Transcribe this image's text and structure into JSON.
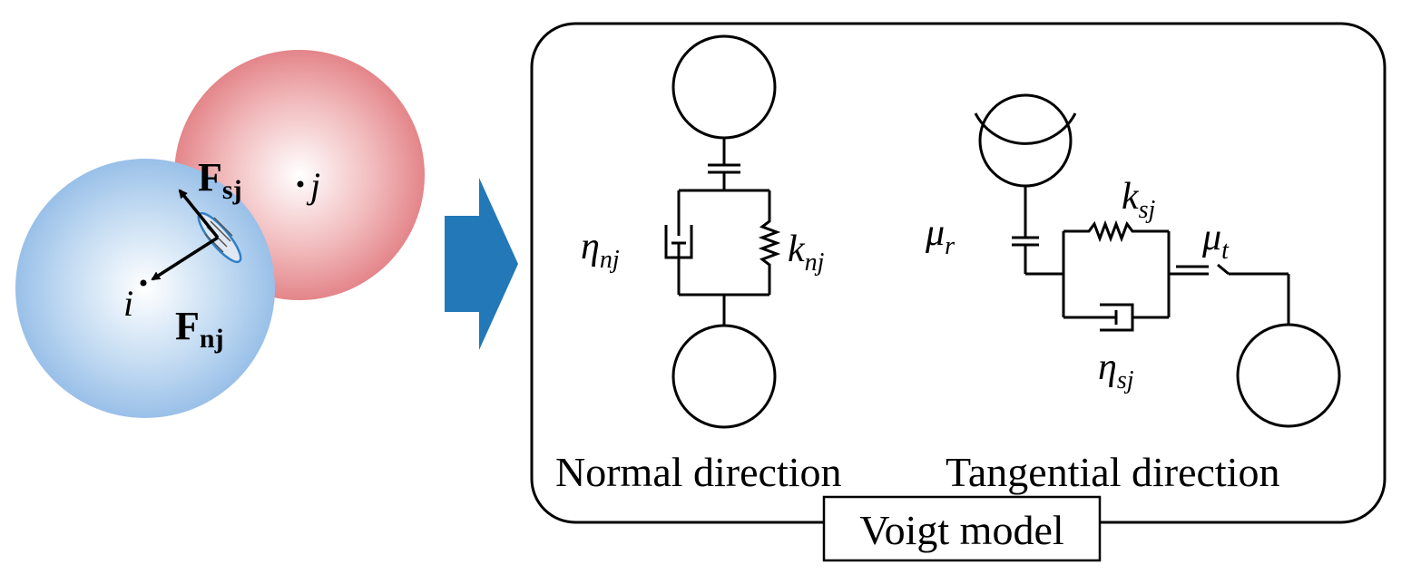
{
  "particles": {
    "i_label": "i",
    "j_label": "j",
    "force_shear": {
      "main": "F",
      "sub": "sj"
    },
    "force_normal": {
      "main": "F",
      "sub": "nj"
    },
    "color_i": "#9cc3ea",
    "color_j": "#e5868a"
  },
  "arrow": {
    "color": "#2378b8"
  },
  "model": {
    "normal": {
      "caption": "Normal direction",
      "damper": {
        "main": "η",
        "sub": "nj"
      },
      "spring": {
        "main": "k",
        "sub": "nj"
      }
    },
    "tangential": {
      "caption": "Tangential direction",
      "rolling": {
        "main": "μ",
        "sub": "r"
      },
      "spring": {
        "main": "k",
        "sub": "sj"
      },
      "friction": {
        "main": "μ",
        "sub": "t"
      },
      "damper": {
        "main": "η",
        "sub": "sj"
      }
    },
    "title": "Voigt model"
  }
}
